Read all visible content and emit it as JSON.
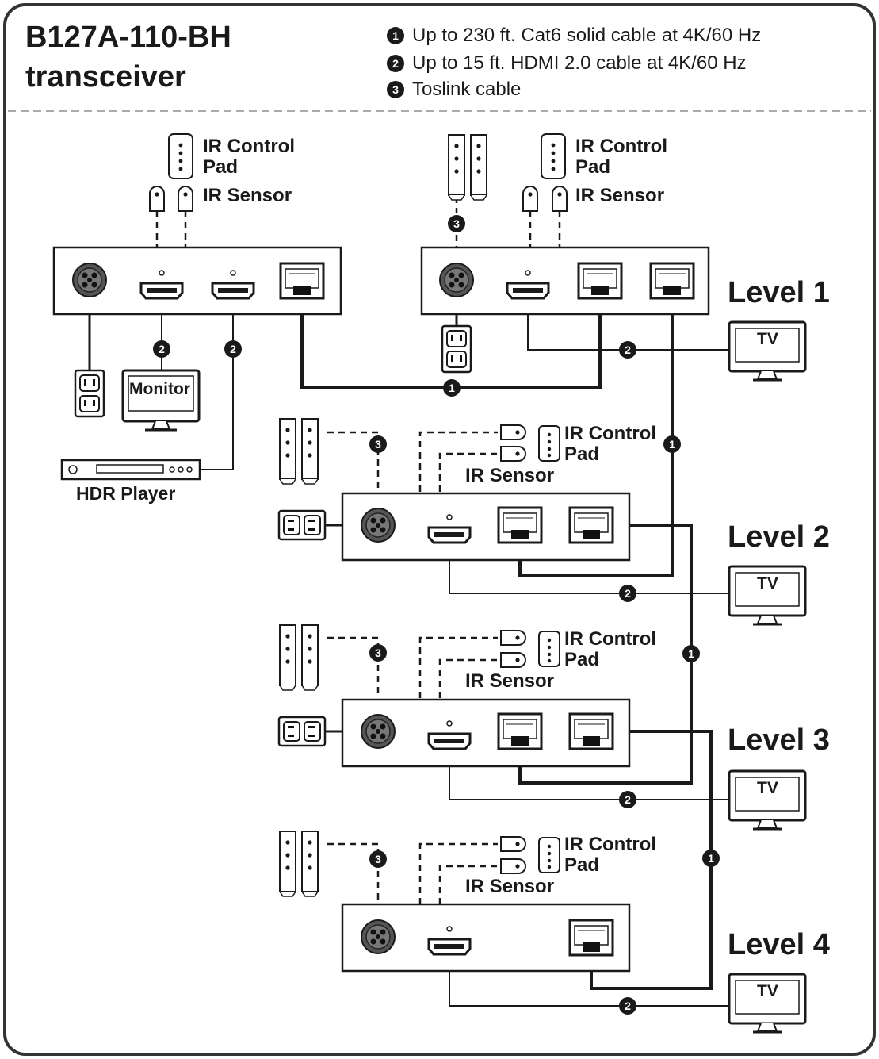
{
  "title": {
    "line1": "B127A-110-BH",
    "line2": "transceiver"
  },
  "legend": [
    {
      "num": "1",
      "text": "Up to 230 ft. Cat6 solid cable at 4K/60 Hz"
    },
    {
      "num": "2",
      "text": "Up to 15 ft. HDMI 2.0 cable at 4K/60 Hz"
    },
    {
      "num": "3",
      "text": "Toslink cable"
    }
  ],
  "labels": {
    "ir_control_pad_1": "IR Control",
    "ir_control_pad_2": "Pad",
    "ir_sensor": "IR Sensor",
    "monitor": "Monitor",
    "hdr_player": "HDR Player",
    "tv": "TV"
  },
  "levels": [
    "Level 1",
    "Level 2",
    "Level 3",
    "Level 4"
  ],
  "colors": {
    "line": "#1a1a1a",
    "frame": "#333333",
    "divider": "#aaaaaa",
    "device_fill": "#ffffff"
  }
}
